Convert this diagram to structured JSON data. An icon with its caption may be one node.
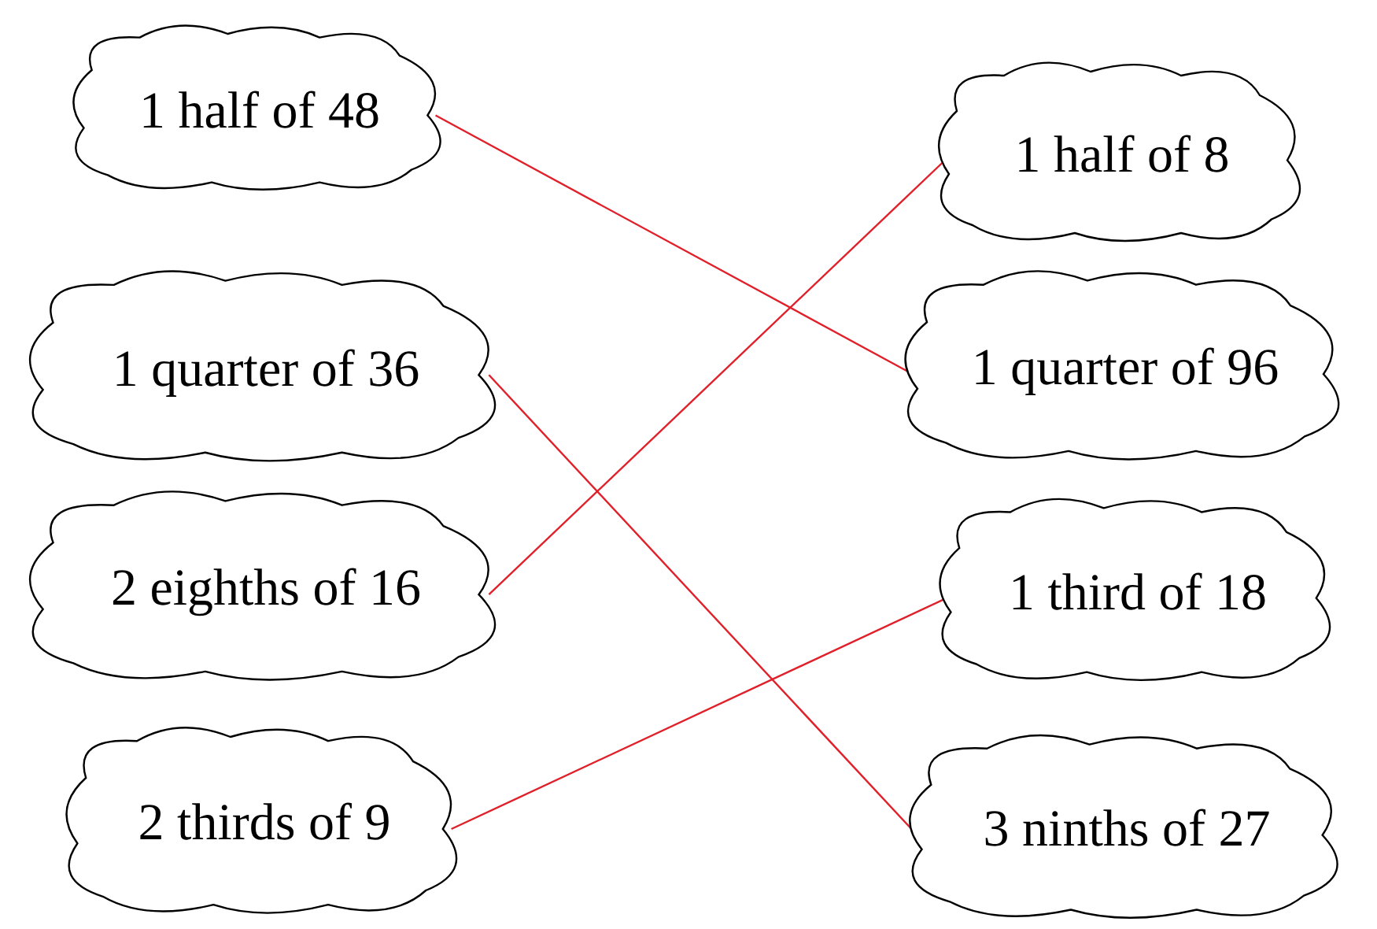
{
  "diagram": {
    "nodes": [
      {
        "text": [
          "1 half of 48"
        ]
      },
      {
        "text": [
          "1 quarter of 36"
        ]
      },
      {
        "text": [
          "2 eighths of 16"
        ]
      },
      {
        "text": [
          "2 thirds of 9"
        ]
      },
      {
        "text": [
          "1 half of 8"
        ]
      },
      {
        "text": [
          "1 quarter of 96"
        ]
      },
      {
        "text": [
          "1 third of 18"
        ]
      },
      {
        "text": [
          "3 ninths of 27"
        ]
      }
    ],
    "edges": [
      {
        "from": 0,
        "to": 5,
        "arrow": "none"
      },
      {
        "from": 1,
        "to": 7,
        "arrow": "none"
      },
      {
        "from": 2,
        "to": 4,
        "arrow": "none"
      },
      {
        "from": 3,
        "to": 6,
        "arrow": "none"
      }
    ]
  }
}
